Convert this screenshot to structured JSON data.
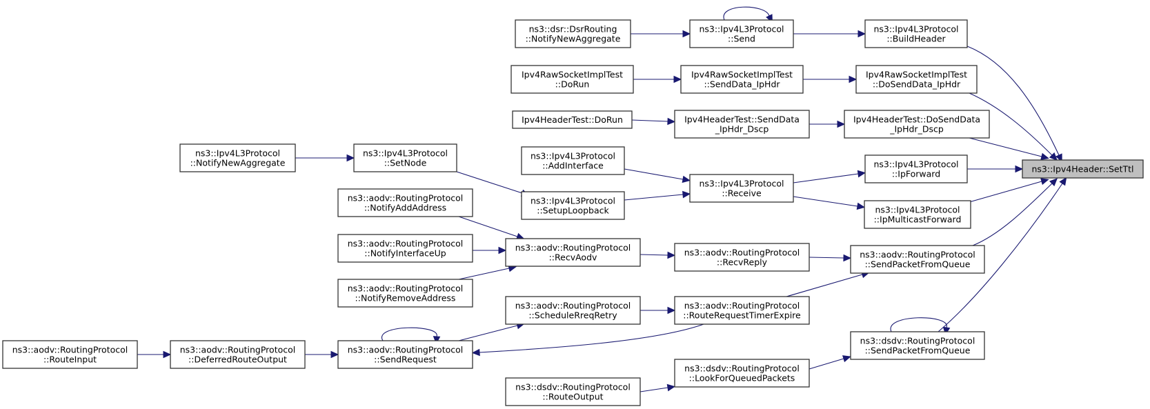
{
  "graph": {
    "type": "call-graph",
    "direction": "right-to-left callers",
    "edge_color": "#191970",
    "root_fill": "#bfbfbf",
    "nodes": [
      {
        "id": "settl",
        "lines": [
          "ns3::Ipv4Header::SetTtl"
        ],
        "root": true
      },
      {
        "id": "buildheader",
        "lines": [
          "ns3::Ipv4L3Protocol",
          "::BuildHeader"
        ]
      },
      {
        "id": "dosenddata_iphdr",
        "lines": [
          "Ipv4RawSocketImplTest",
          "::DoSendData_IpHdr"
        ]
      },
      {
        "id": "dosenddata_dscp",
        "lines": [
          "Ipv4HeaderTest::DoSendData",
          "_IpHdr_Dscp"
        ]
      },
      {
        "id": "ipforward",
        "lines": [
          "ns3::Ipv4L3Protocol",
          "::IpForward"
        ]
      },
      {
        "id": "ipmulticastforward",
        "lines": [
          "ns3::Ipv4L3Protocol",
          "::IpMulticastForward"
        ]
      },
      {
        "id": "aodv_sendpacket",
        "lines": [
          "ns3::aodv::RoutingProtocol",
          "::SendPacketFromQueue"
        ]
      },
      {
        "id": "dsdv_sendpacket",
        "lines": [
          "ns3::dsdv::RoutingProtocol",
          "::SendPacketFromQueue"
        ]
      },
      {
        "id": "send",
        "lines": [
          "ns3::Ipv4L3Protocol",
          "::Send"
        ]
      },
      {
        "id": "senddata_iphdr",
        "lines": [
          "Ipv4RawSocketImplTest",
          "::SendData_IpHdr"
        ]
      },
      {
        "id": "senddata_dscp",
        "lines": [
          "Ipv4HeaderTest::SendData",
          "_IpHdr_Dscp"
        ]
      },
      {
        "id": "receive",
        "lines": [
          "ns3::Ipv4L3Protocol",
          "::Receive"
        ]
      },
      {
        "id": "recvreply",
        "lines": [
          "ns3::aodv::RoutingProtocol",
          "::RecvReply"
        ]
      },
      {
        "id": "routerequesttimer",
        "lines": [
          "ns3::aodv::RoutingProtocol",
          "::RouteRequestTimerExpire"
        ]
      },
      {
        "id": "lookforqueued",
        "lines": [
          "ns3::dsdv::RoutingProtocol",
          "::LookForQueuedPackets"
        ]
      },
      {
        "id": "dsr_notify",
        "lines": [
          "ns3::dsr::DsrRouting",
          "::NotifyNewAggregate"
        ]
      },
      {
        "id": "rawsock_dorun",
        "lines": [
          "Ipv4RawSocketImplTest",
          "::DoRun"
        ]
      },
      {
        "id": "hdrtest_dorun",
        "lines": [
          "Ipv4HeaderTest::DoRun"
        ]
      },
      {
        "id": "addinterface",
        "lines": [
          "ns3::Ipv4L3Protocol",
          "::AddInterface"
        ]
      },
      {
        "id": "setuploopback",
        "lines": [
          "ns3::Ipv4L3Protocol",
          "::SetupLoopback"
        ]
      },
      {
        "id": "recvaodv",
        "lines": [
          "ns3::aodv::RoutingProtocol",
          "::RecvAodv"
        ]
      },
      {
        "id": "schedulerreq",
        "lines": [
          "ns3::aodv::RoutingProtocol",
          "::ScheduleRreqRetry"
        ]
      },
      {
        "id": "routeoutput",
        "lines": [
          "ns3::dsdv::RoutingProtocol",
          "::RouteOutput"
        ]
      },
      {
        "id": "setnode",
        "lines": [
          "ns3::Ipv4L3Protocol",
          "::SetNode"
        ]
      },
      {
        "id": "notifyaddaddress",
        "lines": [
          "ns3::aodv::RoutingProtocol",
          "::NotifyAddAddress"
        ]
      },
      {
        "id": "notifyinterfaceup",
        "lines": [
          "ns3::aodv::RoutingProtocol",
          "::NotifyInterfaceUp"
        ]
      },
      {
        "id": "notifyremoveaddress",
        "lines": [
          "ns3::aodv::RoutingProtocol",
          "::NotifyRemoveAddress"
        ]
      },
      {
        "id": "sendrequest",
        "lines": [
          "ns3::aodv::RoutingProtocol",
          "::SendRequest"
        ]
      },
      {
        "id": "ipv4l3_notify",
        "lines": [
          "ns3::Ipv4L3Protocol",
          "::NotifyNewAggregate"
        ]
      },
      {
        "id": "deferredrouteoutput",
        "lines": [
          "ns3::aodv::RoutingProtocol",
          "::DeferredRouteOutput"
        ]
      },
      {
        "id": "routeinput",
        "lines": [
          "ns3::aodv::RoutingProtocol",
          "::RouteInput"
        ]
      }
    ],
    "edges": [
      {
        "from": "buildheader",
        "to": "settl"
      },
      {
        "from": "dosenddata_iphdr",
        "to": "settl"
      },
      {
        "from": "dosenddata_dscp",
        "to": "settl"
      },
      {
        "from": "ipforward",
        "to": "settl"
      },
      {
        "from": "ipmulticastforward",
        "to": "settl"
      },
      {
        "from": "aodv_sendpacket",
        "to": "settl"
      },
      {
        "from": "dsdv_sendpacket",
        "to": "settl"
      },
      {
        "from": "send",
        "to": "buildheader"
      },
      {
        "from": "send",
        "to": "send"
      },
      {
        "from": "dsr_notify",
        "to": "send"
      },
      {
        "from": "senddata_iphdr",
        "to": "dosenddata_iphdr"
      },
      {
        "from": "rawsock_dorun",
        "to": "senddata_iphdr"
      },
      {
        "from": "senddata_dscp",
        "to": "dosenddata_dscp"
      },
      {
        "from": "hdrtest_dorun",
        "to": "senddata_dscp"
      },
      {
        "from": "receive",
        "to": "ipforward"
      },
      {
        "from": "receive",
        "to": "ipmulticastforward"
      },
      {
        "from": "addinterface",
        "to": "receive"
      },
      {
        "from": "setuploopback",
        "to": "receive"
      },
      {
        "from": "setnode",
        "to": "setuploopback"
      },
      {
        "from": "ipv4l3_notify",
        "to": "setnode"
      },
      {
        "from": "recvreply",
        "to": "aodv_sendpacket"
      },
      {
        "from": "routerequesttimer",
        "to": "aodv_sendpacket"
      },
      {
        "from": "recvaodv",
        "to": "recvreply"
      },
      {
        "from": "notifyaddaddress",
        "to": "recvaodv"
      },
      {
        "from": "notifyinterfaceup",
        "to": "recvaodv"
      },
      {
        "from": "notifyremoveaddress",
        "to": "recvaodv"
      },
      {
        "from": "schedulerreq",
        "to": "routerequesttimer"
      },
      {
        "from": "routerequesttimer",
        "to": "sendrequest"
      },
      {
        "from": "sendrequest",
        "to": "schedulerreq"
      },
      {
        "from": "sendrequest",
        "to": "sendrequest"
      },
      {
        "from": "deferredrouteoutput",
        "to": "sendrequest"
      },
      {
        "from": "routeinput",
        "to": "deferredrouteoutput"
      },
      {
        "from": "dsdv_sendpacket",
        "to": "dsdv_sendpacket"
      },
      {
        "from": "lookforqueued",
        "to": "dsdv_sendpacket"
      },
      {
        "from": "routeoutput",
        "to": "lookforqueued"
      }
    ]
  }
}
